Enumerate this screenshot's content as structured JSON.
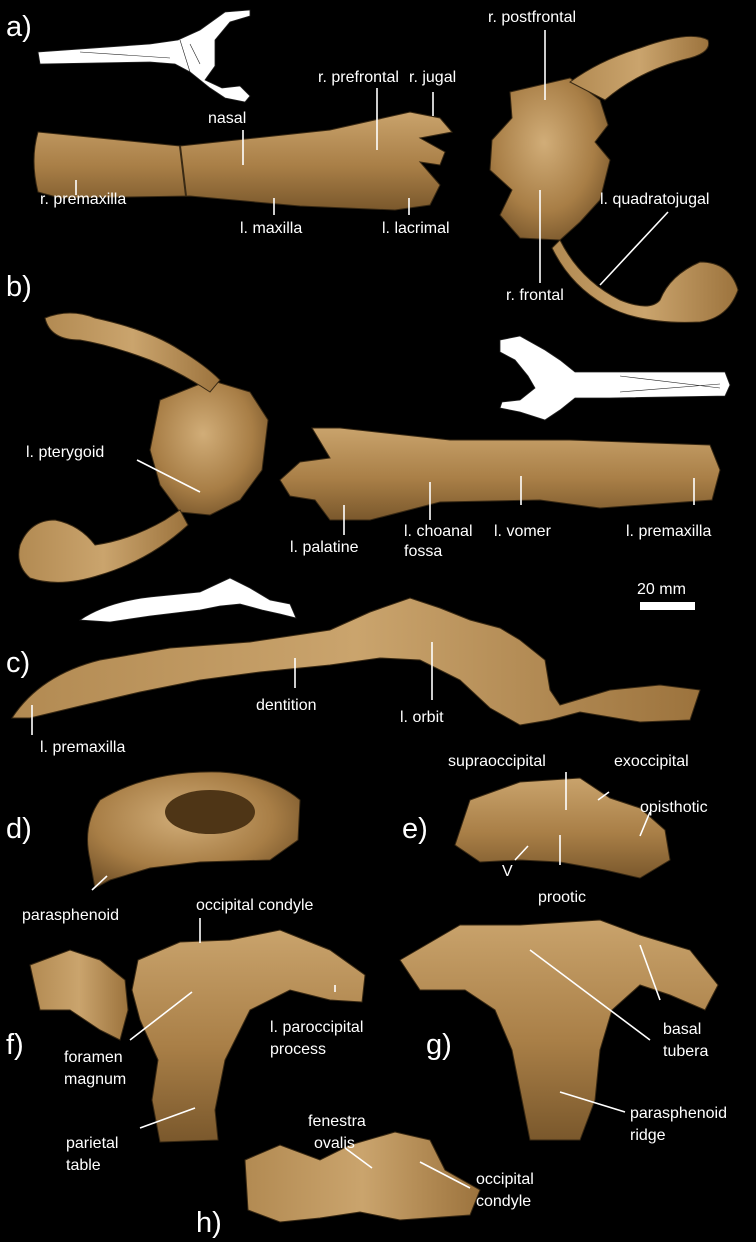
{
  "figure": {
    "panels": [
      "a)",
      "b)",
      "c)",
      "d)",
      "e)",
      "f)",
      "g)",
      "h)"
    ],
    "scale_bar": "20 mm",
    "labels": {
      "a_premaxilla": "r. premaxilla",
      "a_nasal": "nasal",
      "a_maxilla": "l. maxilla",
      "a_prefrontal": "r. prefrontal",
      "a_jugal": "r. jugal",
      "a_lacrimal": "l. lacrimal",
      "a_postfrontal": "r. postfrontal",
      "a_quadratojugal": "l. quadratojugal",
      "a_frontal": "r. frontal",
      "b_pterygoid": "l. pterygoid",
      "b_palatine": "l. palatine",
      "b_choanal_1": "l. choanal",
      "b_choanal_2": "fossa",
      "b_vomer": "l. vomer",
      "b_premaxilla": "l. premaxilla",
      "c_dentition": "dentition",
      "c_orbit": "l. orbit",
      "c_premaxilla": "l. premaxilla",
      "d_parasphenoid": "parasphenoid",
      "e_supraoccipital": "supraoccipital",
      "e_exoccipital": "exoccipital",
      "e_opisthotic": "opisthotic",
      "e_v": "V",
      "e_prootic": "prootic",
      "f_occipital_condyle": "occipital condyle",
      "f_paroccipital_1": "l. paroccipital",
      "f_paroccipital_2": "process",
      "f_foramen_1": "foramen",
      "f_foramen_2": "magnum",
      "f_parietal_1": "parietal",
      "f_parietal_2": "table",
      "g_basal_1": "basal",
      "g_basal_2": "tubera",
      "g_parasphenoid_1": "parasphenoid",
      "g_parasphenoid_2": "ridge",
      "h_fenestra_1": "fenestra",
      "h_fenestra_2": "ovalis",
      "h_occipital_1": "occipital",
      "h_occipital_2": "condyle"
    }
  },
  "colors": {
    "background": "#000000",
    "bone_light": "#c8a16a",
    "bone_mid": "#a77d45",
    "bone_dark": "#7d5a2e",
    "label": "#ffffff"
  }
}
